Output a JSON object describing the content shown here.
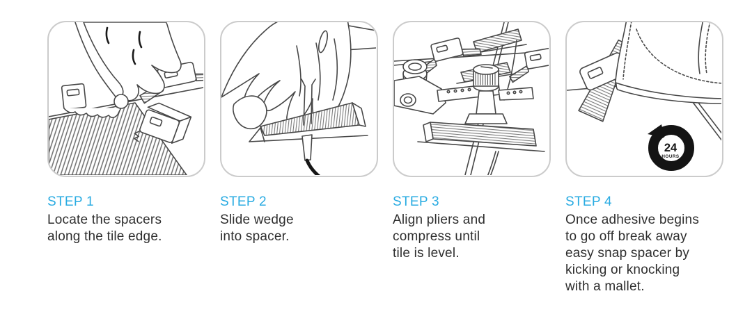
{
  "colors": {
    "accent_heading": "#29abe2",
    "body_text": "#2e2e2e",
    "panel_border": "#cbcbcb",
    "line_art": "#474747",
    "badge": "#141414"
  },
  "steps": [
    {
      "label": "STEP 1",
      "description": "Locate the spacers\nalong the tile edge."
    },
    {
      "label": "STEP 2",
      "description": "Slide wedge\ninto spacer."
    },
    {
      "label": "STEP 3",
      "description": "Align pliers and\ncompress until\ntile is level."
    },
    {
      "label": "STEP 4",
      "description": "Once adhesive begins\nto go off break away\neasy snap spacer by\nkicking or knocking\nwith a mallet."
    }
  ],
  "badge": {
    "value": "24",
    "unit": "HOURS"
  }
}
